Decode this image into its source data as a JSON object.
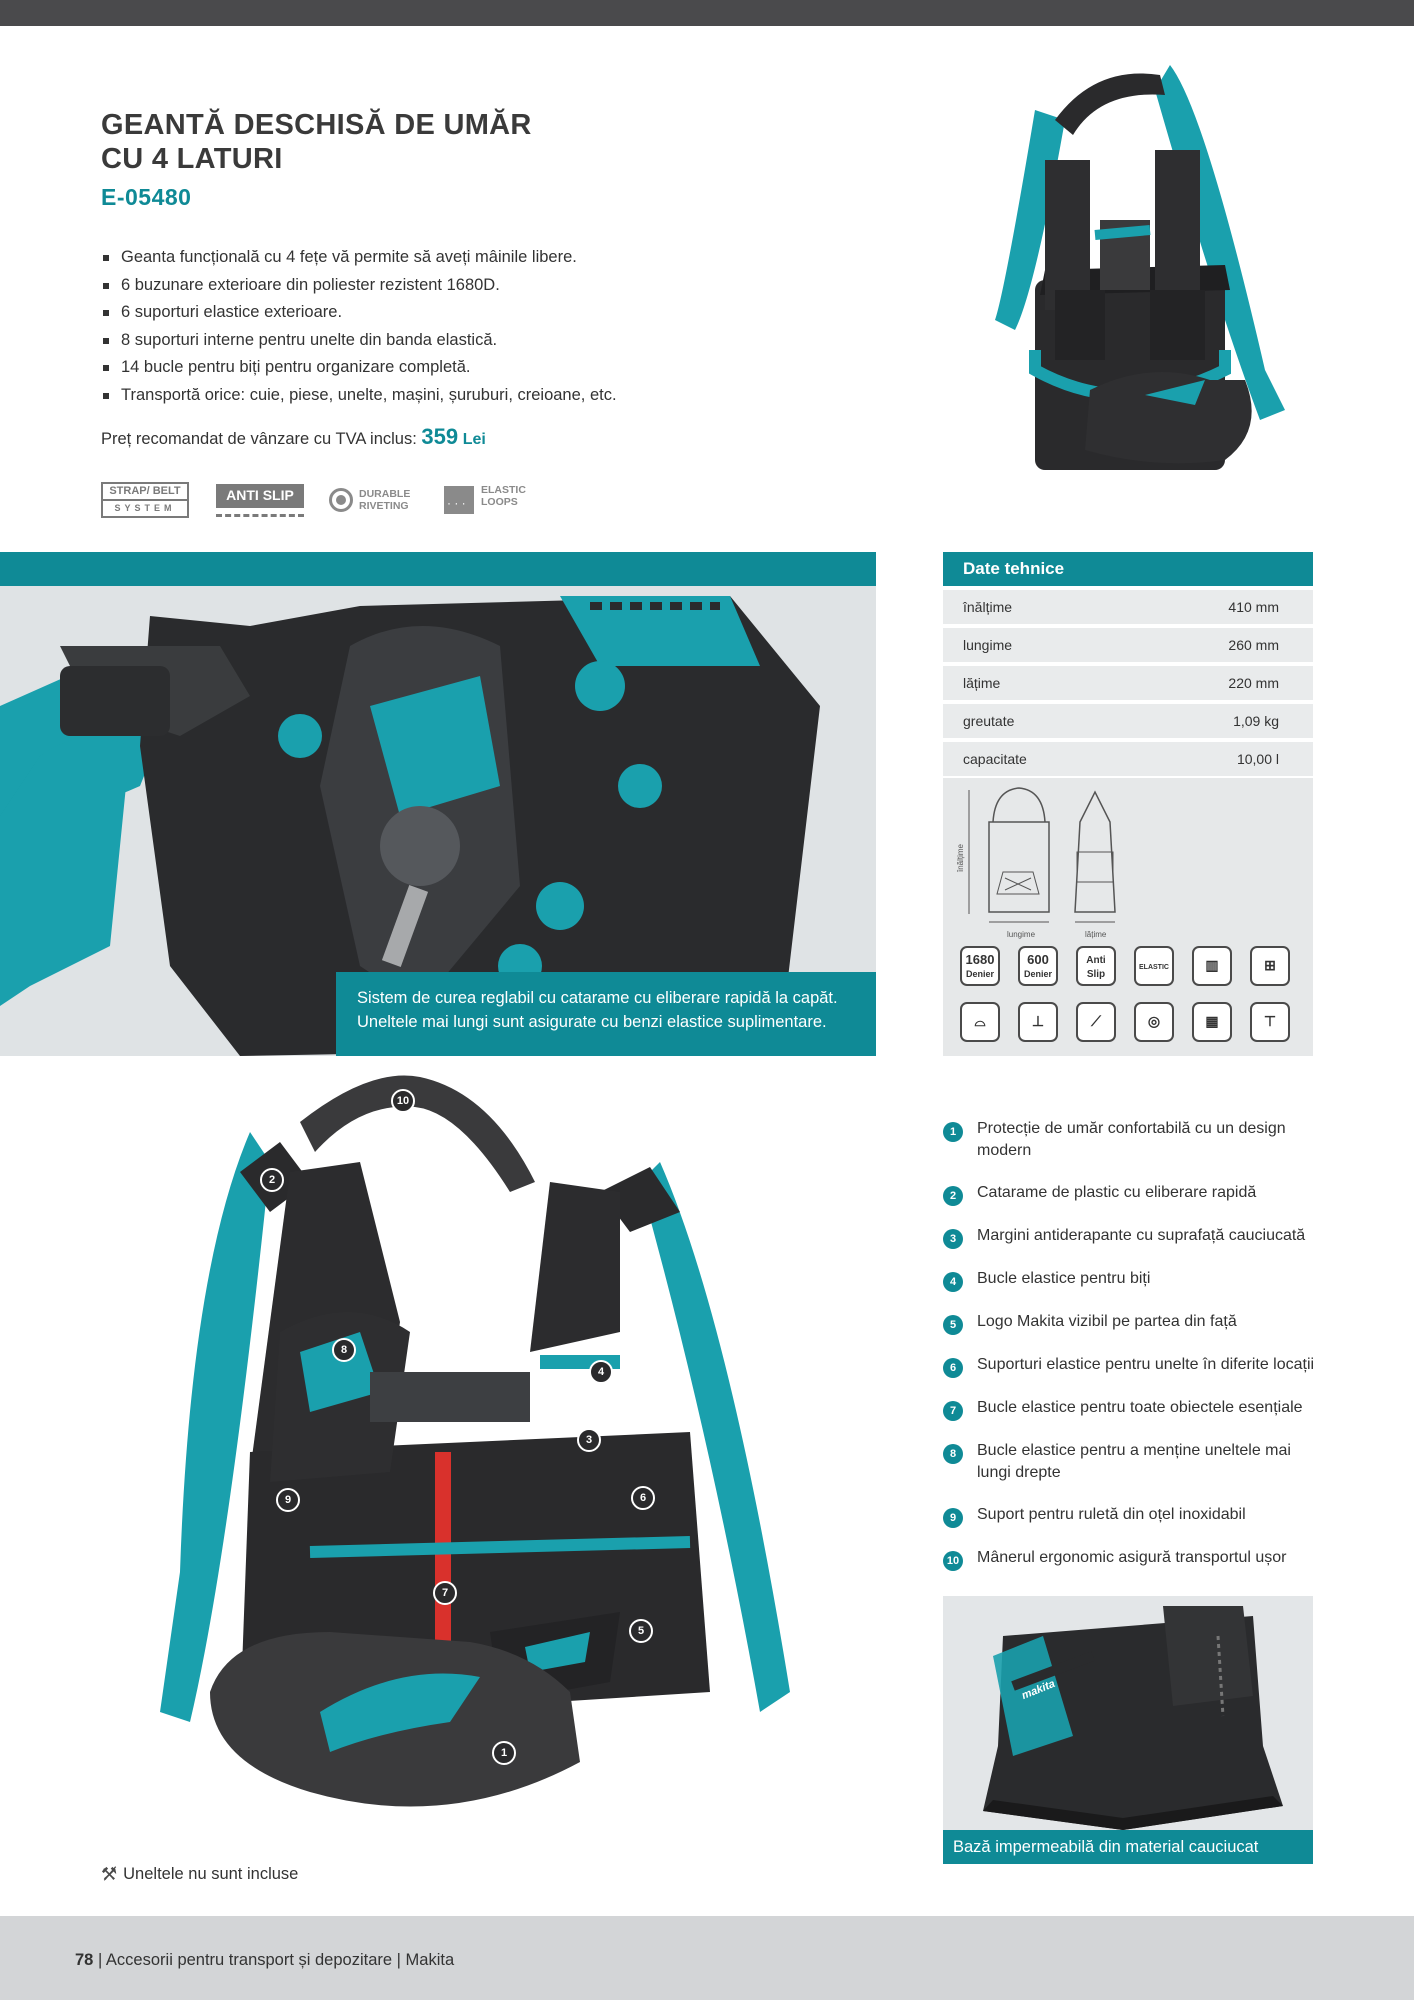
{
  "header": {
    "title_line1": "GEANTĂ DESCHISĂ DE UMĂR",
    "title_line2": "CU 4 LATURI",
    "product_code": "E-05480"
  },
  "features": [
    "Geanta funcțională cu 4 fețe vă permite să aveți mâinile libere.",
    "6 buzunare exterioare din poliester rezistent 1680D.",
    "6 suporturi elastice exterioare.",
    "8 suporturi interne pentru unelte din banda elastică.",
    "14 bucle pentru biți pentru organizare completă.",
    "Transportă orice: cuie, piese, unelte, mașini, șuruburi, creioane, etc."
  ],
  "price": {
    "label": "Preț recomandat de vânzare cu TVA inclus:",
    "amount": "359",
    "currency": "Lei"
  },
  "badges": {
    "strap_line1": "STRAP/ BELT",
    "strap_line2": "SYSTEM",
    "anti_slip": "ANTI SLIP",
    "rivet_line1": "DURABLE",
    "rivet_line2": "RIVETING",
    "loops_line1": "ELASTIC",
    "loops_line2": "LOOPS"
  },
  "mid_caption": {
    "line1": "Sistem de curea reglabil cu catarame cu eliberare rapidă la capăt.",
    "line2": "Uneltele mai lungi sunt asigurate cu benzi elastice suplimentare."
  },
  "specs": {
    "heading": "Date tehnice",
    "rows": [
      {
        "label": "înălțime",
        "value": "410 mm"
      },
      {
        "label": "lungime",
        "value": "260 mm"
      },
      {
        "label": "lățime",
        "value": "220 mm"
      },
      {
        "label": "greutate",
        "value": "1,09 kg"
      },
      {
        "label": "capacitate",
        "value": "10,00 l"
      }
    ],
    "dim_height": "înălțime",
    "dim_length": "lungime",
    "dim_width": "lățime",
    "icons": {
      "d1680_num": "1680",
      "d1680_unit": "Denier",
      "d600_num": "600",
      "d600_unit": "Denier",
      "anti_line1": "Anti",
      "anti_line2": "Slip",
      "elastic": "ELASTIC"
    }
  },
  "callouts": [
    {
      "n": "1",
      "text": "Protecție de umăr confortabilă cu un design modern"
    },
    {
      "n": "2",
      "text": "Catarame de plastic cu eliberare rapidă"
    },
    {
      "n": "3",
      "text": "Margini antiderapante cu suprafață cauciucată"
    },
    {
      "n": "4",
      "text": "Bucle elastice pentru biți"
    },
    {
      "n": "5",
      "text": "Logo Makita vizibil pe partea din față"
    },
    {
      "n": "6",
      "text": "Suporturi elastice pentru unelte în diferite locații"
    },
    {
      "n": "7",
      "text": "Bucle elastice pentru toate obiectele esențiale"
    },
    {
      "n": "8",
      "text": "Bucle elastice pentru a menține uneltele mai lungi drepte"
    },
    {
      "n": "9",
      "text": "Suport pentru ruletă din oțel inoxidabil"
    },
    {
      "n": "10",
      "text": "Mânerul ergonomic asigură transportul ușor"
    }
  ],
  "base_caption": "Bază impermeabilă din material cauciucat",
  "brand_logo": "makita",
  "no_tools": "Uneltele nu sunt incluse",
  "footer": {
    "page": "78",
    "section": "Accesorii pentru transport și depozitare",
    "brand": "Makita"
  },
  "colors": {
    "accent": "#0f8a96",
    "topbar": "#4a4a4c",
    "footer": "#d3d5d7"
  }
}
